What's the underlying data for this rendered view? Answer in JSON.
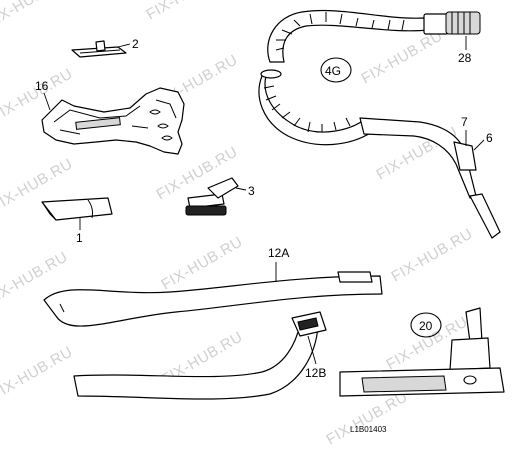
{
  "watermark": "FIX-HUB.RU",
  "labels": {
    "p1": "1",
    "p2": "2",
    "p3": "3",
    "p6": "6",
    "p7": "7",
    "p16": "16",
    "p20": "20",
    "p28": "28",
    "p4g": "4G",
    "p12a": "12A",
    "p12b": "12B"
  },
  "drawing_code": "L1B01403"
}
